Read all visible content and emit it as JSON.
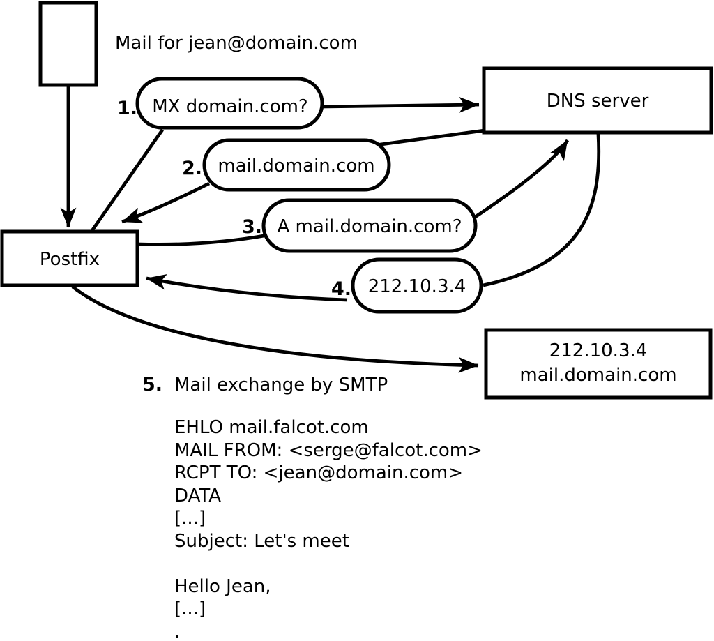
{
  "diagram": {
    "mail_note": "Mail for jean@domain.com",
    "nodes": {
      "postfix": {
        "label": "Postfix"
      },
      "dns_server": {
        "label": "DNS server"
      },
      "mail_server": {
        "line1": "212.10.3.4",
        "line2": "mail.domain.com"
      }
    },
    "steps": [
      {
        "number": "1.",
        "label": "MX domain.com?"
      },
      {
        "number": "2.",
        "label": "mail.domain.com"
      },
      {
        "number": "3.",
        "label": "A mail.domain.com?"
      },
      {
        "number": "4.",
        "label": "212.10.3.4"
      },
      {
        "number": "5.",
        "label": "Mail exchange by SMTP"
      }
    ],
    "smtp_session": "EHLO mail.falcot.com\nMAIL FROM: <serge@falcot.com>\nRCPT TO: <jean@domain.com>\nDATA\n[...]\nSubject: Let's meet\n\nHello Jean,\n[...]\n."
  },
  "colors": {
    "ink": "#000000",
    "background": "#ffffff"
  }
}
